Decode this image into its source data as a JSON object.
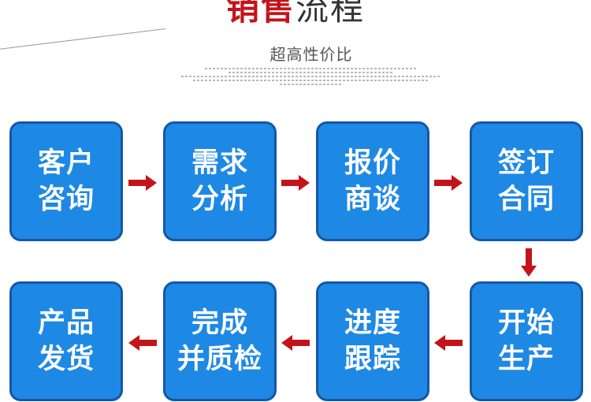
{
  "header": {
    "title_red": "销售",
    "title_dark": "流程",
    "subtitle": "超高性价比"
  },
  "colors": {
    "box_fill": "#1e88e5",
    "box_border": "#1557a6",
    "arrow": "#c4141b",
    "title_red": "#c4141b"
  },
  "steps": [
    {
      "line1": "客户",
      "line2": "咨询"
    },
    {
      "line1": "需求",
      "line2": "分析"
    },
    {
      "line1": "报价",
      "line2": "商谈"
    },
    {
      "line1": "签订",
      "line2": "合同"
    },
    {
      "line1": "开始",
      "line2": "生产"
    },
    {
      "line1": "进度",
      "line2": "跟踪"
    },
    {
      "line1": "完成",
      "line2": "并质检"
    },
    {
      "line1": "产品",
      "line2": "发货"
    }
  ]
}
